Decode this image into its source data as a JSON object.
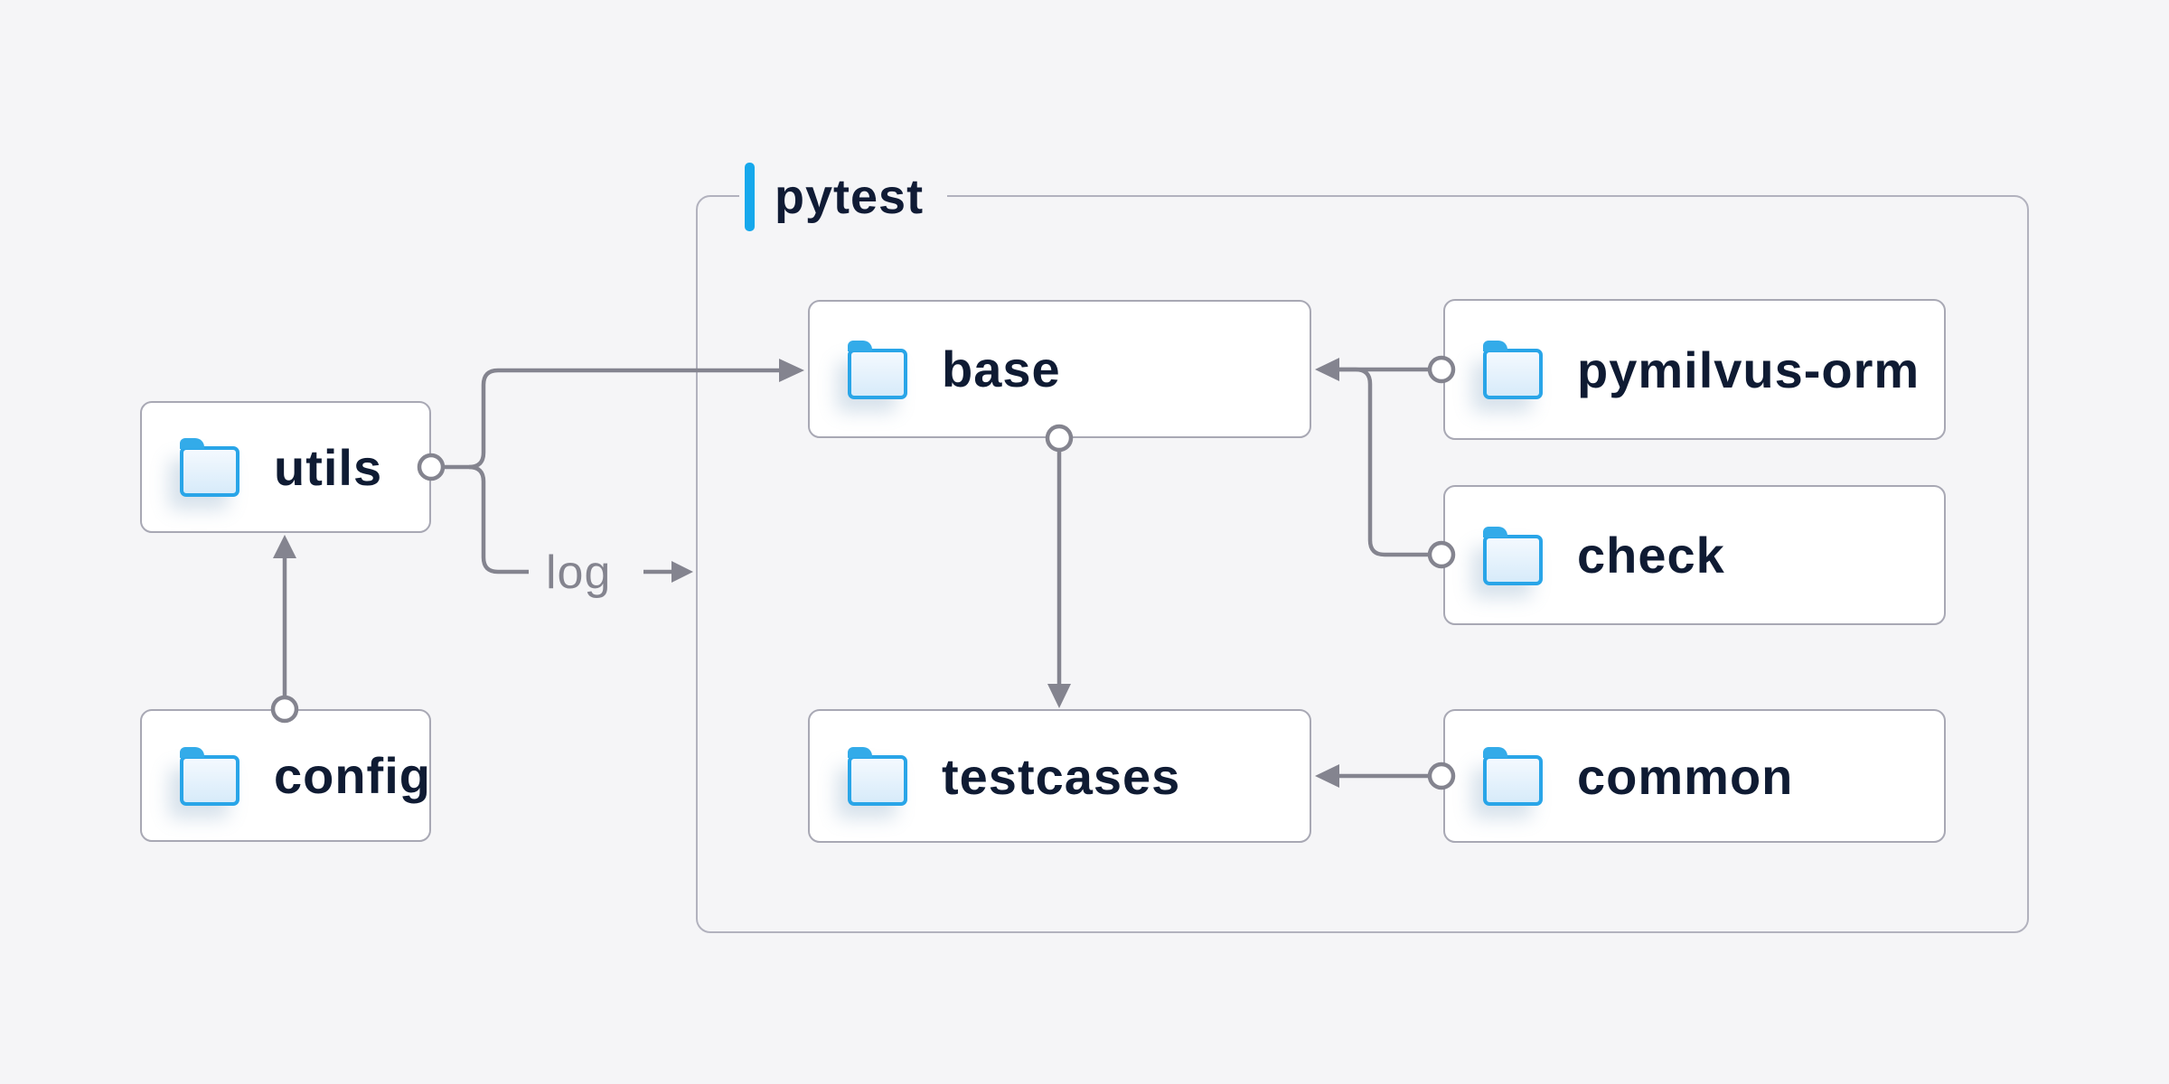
{
  "container": {
    "label": "pytest"
  },
  "nodes": [
    {
      "id": "utils",
      "label": "utils"
    },
    {
      "id": "config",
      "label": "config"
    },
    {
      "id": "base",
      "label": "base"
    },
    {
      "id": "pymilvus-orm",
      "label": "pymilvus-orm"
    },
    {
      "id": "check",
      "label": "check"
    },
    {
      "id": "testcases",
      "label": "testcases"
    },
    {
      "id": "common",
      "label": "common"
    }
  ],
  "edges": {
    "log_label": "log",
    "relations": [
      {
        "from": "config",
        "to": "utils"
      },
      {
        "from": "utils",
        "to": "base"
      },
      {
        "from": "utils",
        "to": "log"
      },
      {
        "from": "pymilvus-orm",
        "to": "base"
      },
      {
        "from": "check",
        "to": "base"
      },
      {
        "from": "base",
        "to": "testcases"
      },
      {
        "from": "common",
        "to": "testcases"
      }
    ]
  },
  "icons": {
    "node_icon": "folder-icon"
  },
  "colors": {
    "background": "#f5f5f7",
    "accent_blue": "#16a8ec",
    "folder_blue": "#29a5e8",
    "node_text": "#0f1b33",
    "edge_gray": "#84848f",
    "node_border": "#a8a8b4",
    "container_border": "#b2b2be"
  }
}
